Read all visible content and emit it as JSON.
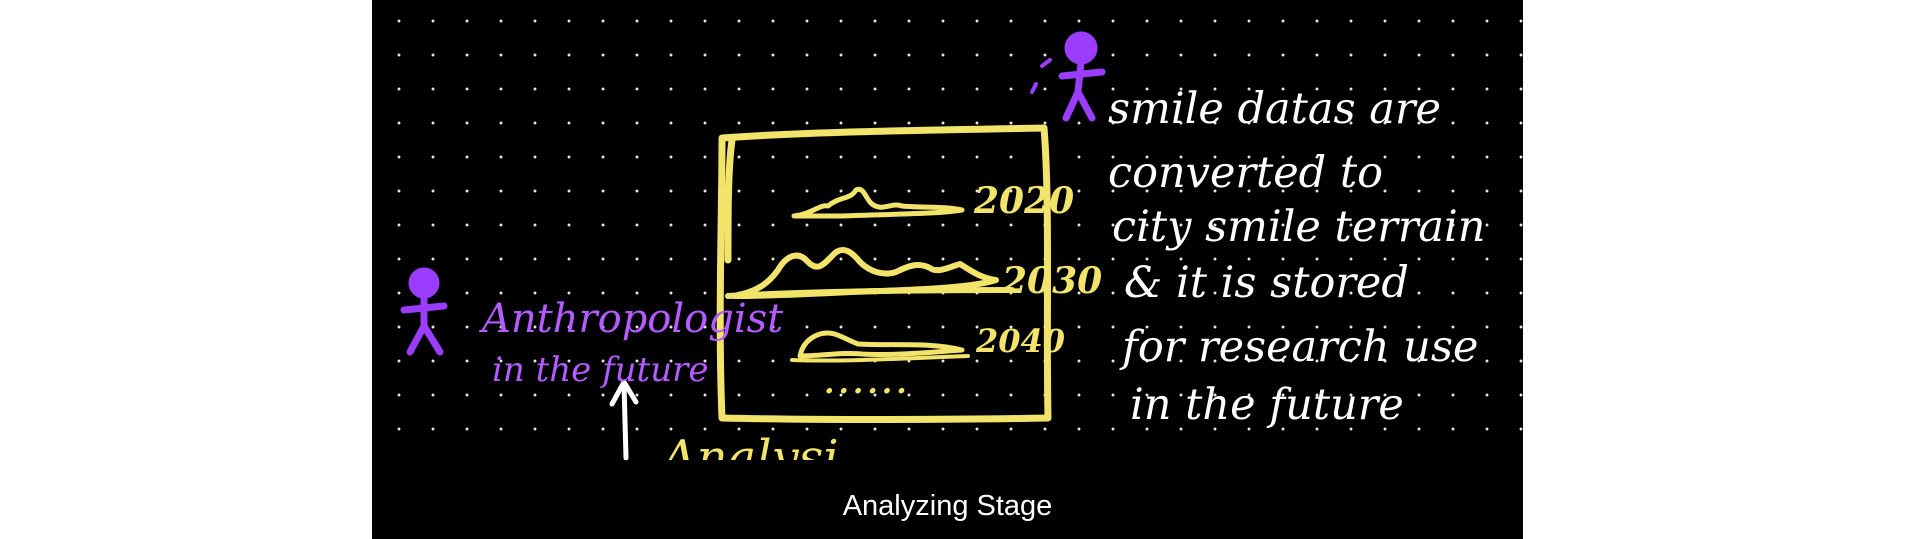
{
  "colors": {
    "background": "#000000",
    "frame": "#f2e36b",
    "annotation": "#ffffff",
    "figure": "#9a3dff",
    "label": "#b45cff"
  },
  "chart_years": [
    "2020",
    "2030",
    "2040"
  ],
  "chart_more": "......",
  "notes_lines": [
    "smile datas are",
    "converted to",
    "city smile terrain",
    "& it is stored",
    "for research use",
    "in the future"
  ],
  "person_label_lines": [
    "Anthropologist",
    "in the future"
  ],
  "bottom_partial": "Analysis",
  "caption": "Analyzing Stage"
}
